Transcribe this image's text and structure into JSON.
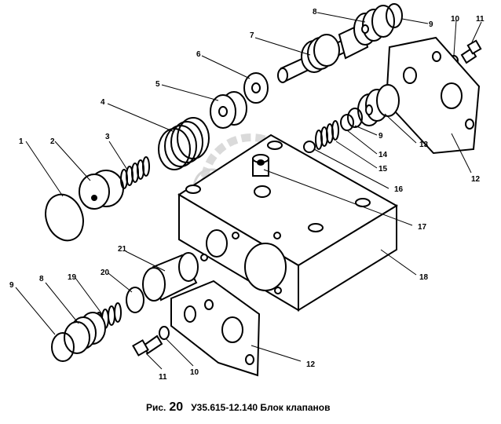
{
  "figure": {
    "caption_prefix": "Рис.",
    "caption_number": "20",
    "caption_text": "У35.615-12.140  Блок  клапанов"
  },
  "watermark": {
    "text": "OPEX"
  },
  "callouts": [
    "1",
    "2",
    "3",
    "4",
    "5",
    "6",
    "7",
    "8",
    "9",
    "10",
    "11",
    "12",
    "13",
    "9",
    "14",
    "15",
    "16",
    "17",
    "18",
    "21",
    "20",
    "19",
    "8",
    "9",
    "11",
    "10",
    "12"
  ]
}
